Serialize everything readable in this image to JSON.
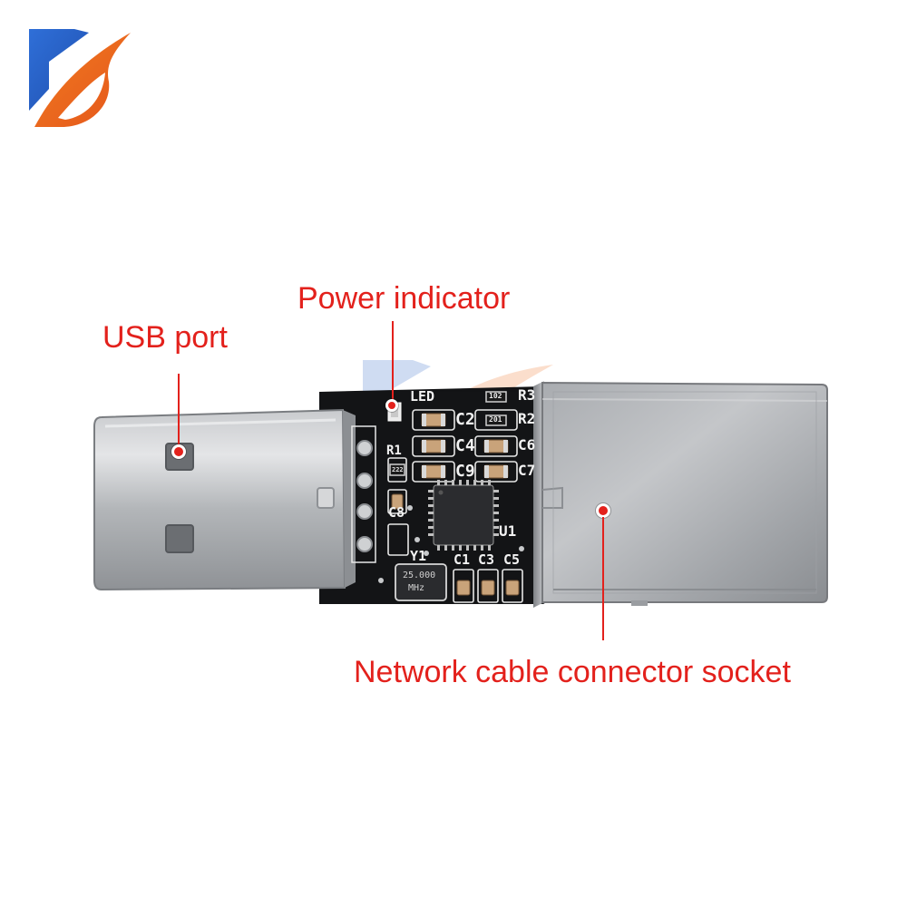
{
  "colors": {
    "accent_red": "#e3211c",
    "logo_blue": "#2a62c8",
    "logo_orange": "#ee6b1d",
    "pcb_black": "#111214",
    "metal": "#b7b9bc"
  },
  "logo": {
    "icon": "brand-logo-icon"
  },
  "callouts": {
    "usb_port": "USB port",
    "power_indicator": "Power indicator",
    "network_socket": "Network cable connector socket"
  },
  "pcb_labels": {
    "led": "LED",
    "r1": "R1",
    "c2": "C2",
    "c4": "C4",
    "c9": "C9",
    "r2": "R2",
    "c6": "C6",
    "c7": "C7",
    "r3": "R3",
    "c8": "C8",
    "y1": "Y1",
    "u1": "U1",
    "c1": "C1",
    "c3": "C3",
    "c5": "C5",
    "crystal_freq": "25.000",
    "crystal_unit": "MHz",
    "res_102": "102",
    "res_201": "201",
    "res_222": "222"
  }
}
